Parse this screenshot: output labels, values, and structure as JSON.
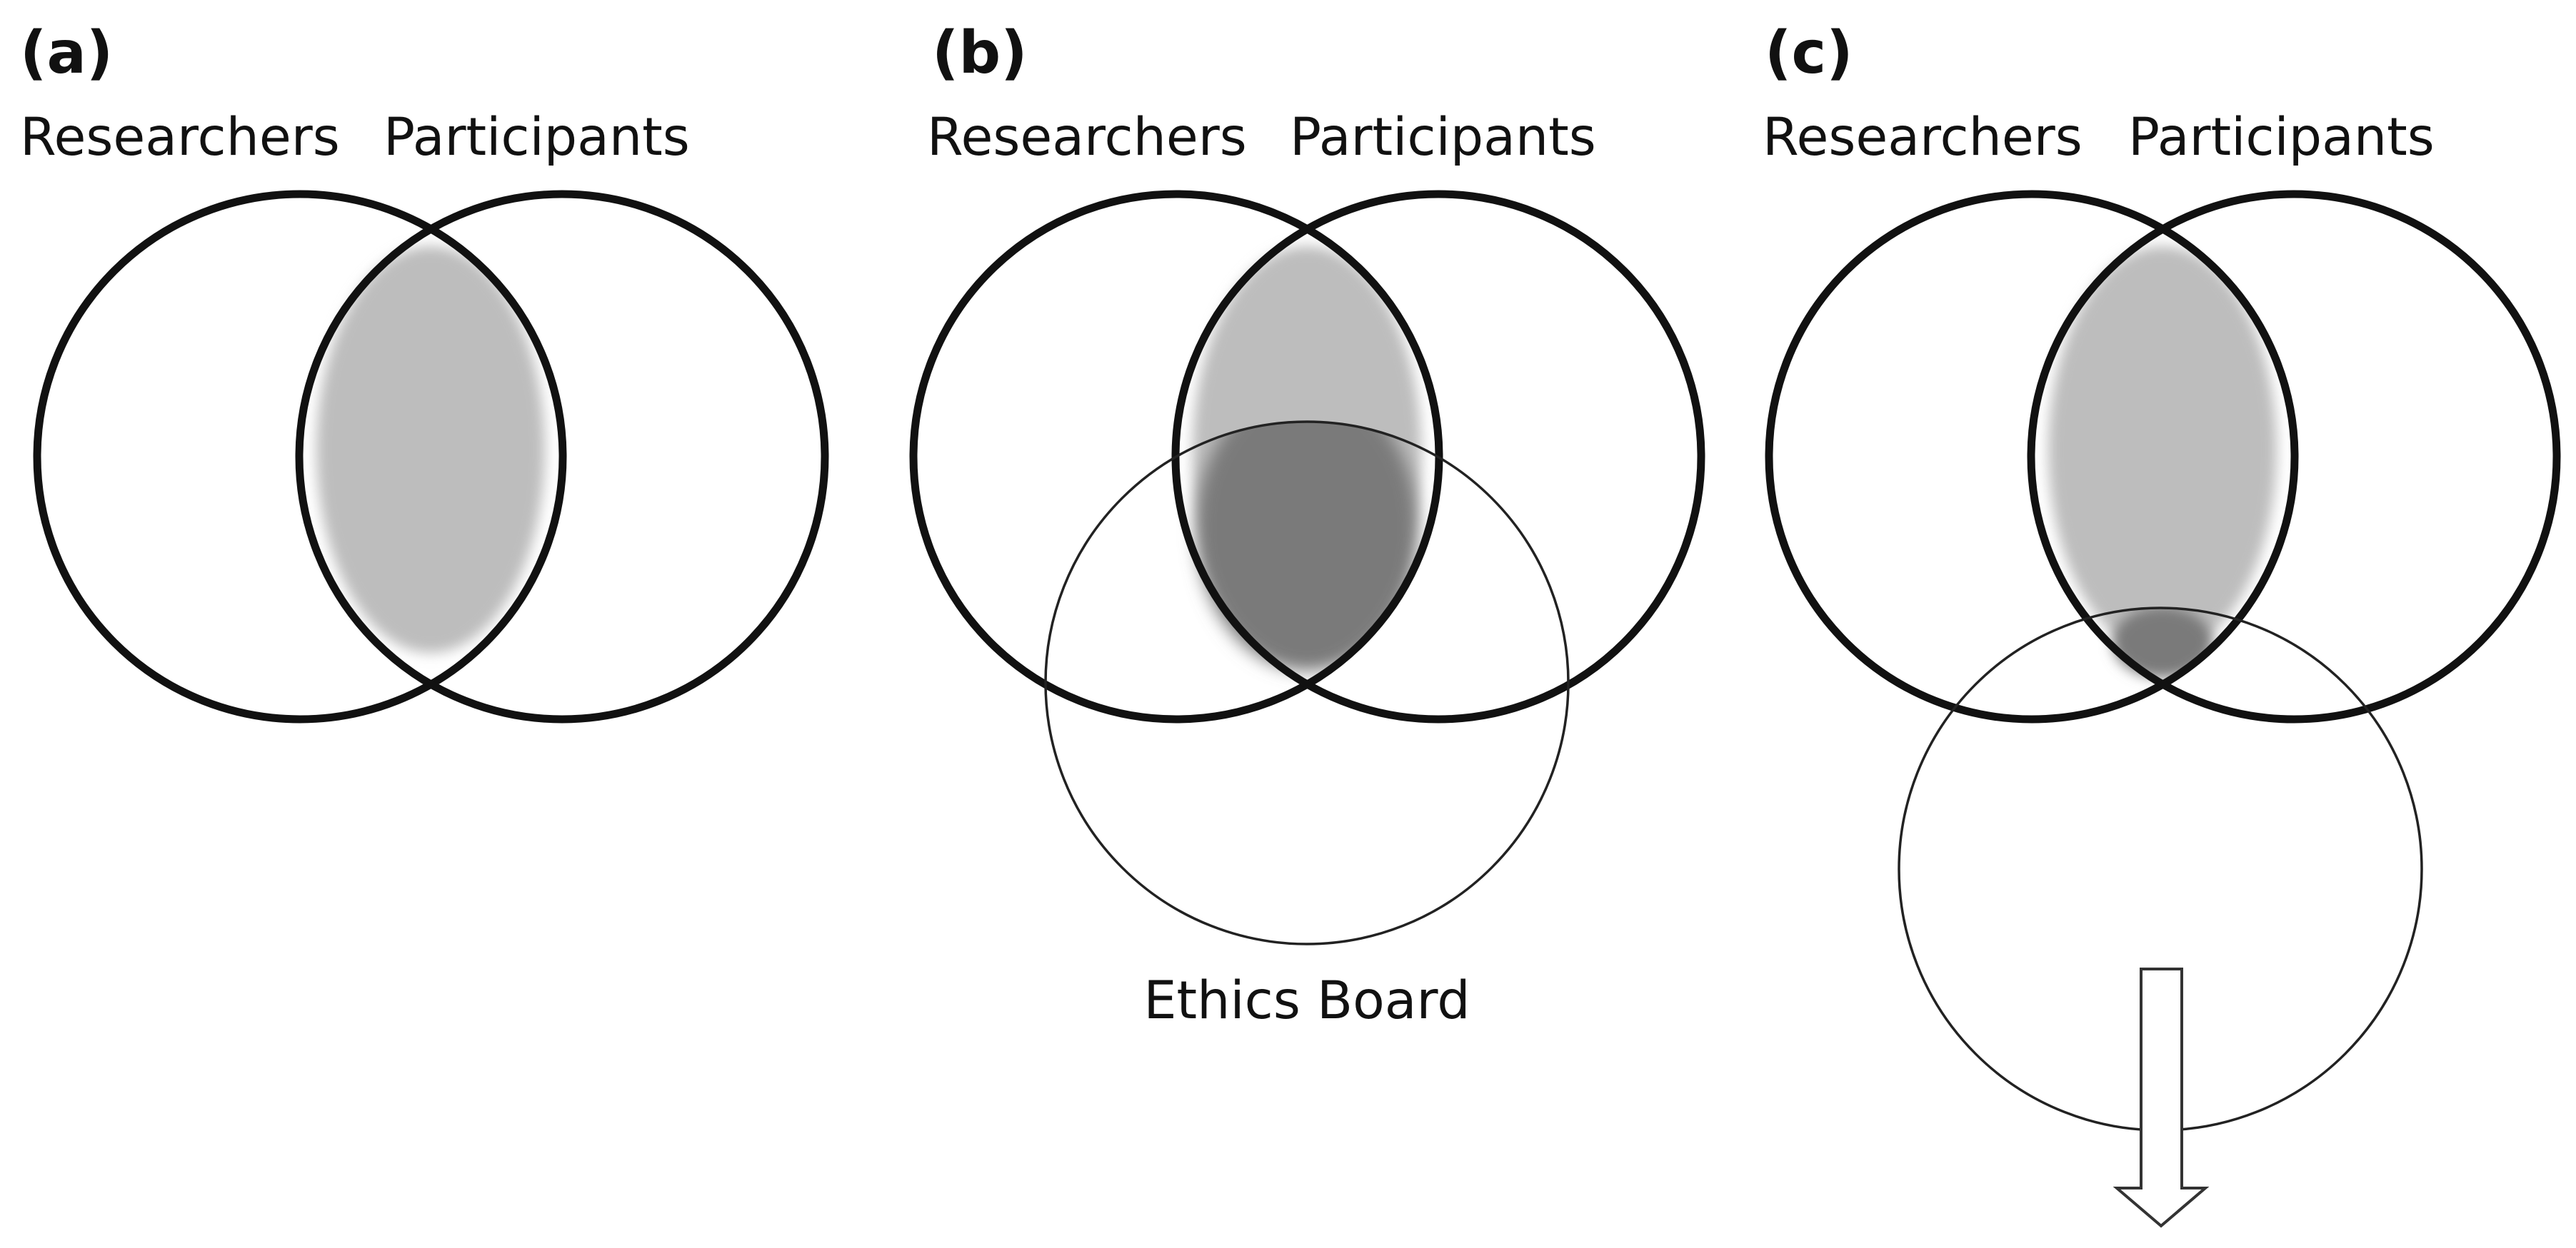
{
  "panels": [
    {
      "id": "a",
      "label": "(a)",
      "left_label": "Researchers",
      "right_label": "Participants"
    },
    {
      "id": "b",
      "label": "(b)",
      "left_label": "Researchers",
      "right_label": "Participants",
      "third_label": "Ethics Board"
    },
    {
      "id": "c",
      "label": "(c)",
      "left_label": "Researchers",
      "right_label": "Participants"
    }
  ],
  "colors": {
    "outline": "#111111",
    "overlap_light": "#bdbdbd",
    "overlap_dark": "#7a7a7a",
    "background": "#ffffff"
  }
}
